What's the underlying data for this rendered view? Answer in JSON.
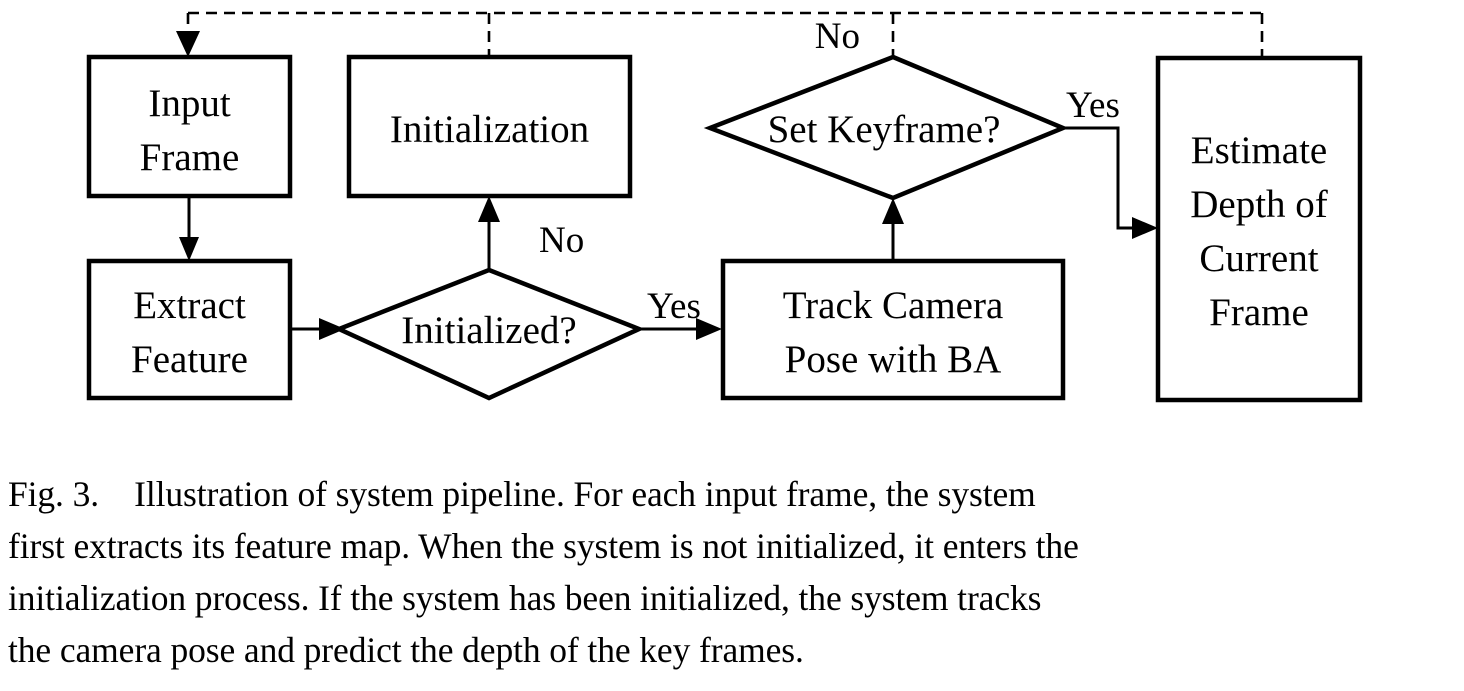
{
  "figure": {
    "id": "Fig. 3.",
    "caption_text": "Fig. 3.    Illustration of system pipeline. For each input frame, the system first extracts its feature map. When the system is not initialized, it enters the initialization process. If the system has been initialized, the system tracks the camera pose and predict the depth of the key frames.",
    "caption_lines": [
      "Fig. 3.    Illustration of system pipeline. For each input frame, the system",
      "first extracts its feature map. When the system is not initialized, it enters the",
      "initialization process. If the system has been initialized, the system tracks",
      "the camera pose and predict the depth of the key frames."
    ]
  },
  "colors": {
    "stroke": "#000000",
    "fill": "#ffffff",
    "background": "#ffffff"
  },
  "chart_data": {
    "type": "diagram",
    "title": "Illustration of system pipeline",
    "nodes": [
      {
        "id": "input_frame",
        "shape": "rectangle",
        "label": "Input Frame",
        "lines": [
          "Input",
          "Frame"
        ]
      },
      {
        "id": "extract_feature",
        "shape": "rectangle",
        "label": "Extract Feature",
        "lines": [
          "Extract",
          "Feature"
        ]
      },
      {
        "id": "initialization",
        "shape": "rectangle",
        "label": "Initialization",
        "lines": [
          "Initialization"
        ]
      },
      {
        "id": "initialized_q",
        "shape": "diamond",
        "label": "Initialized?",
        "lines": [
          "Initialized?"
        ]
      },
      {
        "id": "track_camera",
        "shape": "rectangle",
        "label": "Track Camera Pose with BA",
        "lines": [
          "Track Camera",
          "Pose with BA"
        ]
      },
      {
        "id": "set_keyframe_q",
        "shape": "diamond",
        "label": "Set Keyframe?",
        "lines": [
          "Set Keyframe?"
        ]
      },
      {
        "id": "estimate_depth",
        "shape": "rectangle",
        "label": "Estimate Depth of Current Frame",
        "lines": [
          "Estimate",
          "Depth of",
          "Current",
          "Frame"
        ]
      }
    ],
    "edges": [
      {
        "from": "feedback_bus",
        "to": "input_frame",
        "label": "",
        "style": "dashed"
      },
      {
        "from": "input_frame",
        "to": "extract_feature",
        "label": "",
        "style": "solid"
      },
      {
        "from": "extract_feature",
        "to": "initialized_q",
        "label": "",
        "style": "solid"
      },
      {
        "from": "initialized_q",
        "to": "initialization",
        "label": "No",
        "style": "solid"
      },
      {
        "from": "initialized_q",
        "to": "track_camera",
        "label": "Yes",
        "style": "solid"
      },
      {
        "from": "initialization",
        "to": "feedback_bus",
        "label": "",
        "style": "dashed"
      },
      {
        "from": "track_camera",
        "to": "set_keyframe_q",
        "label": "",
        "style": "solid"
      },
      {
        "from": "set_keyframe_q",
        "to": "feedback_bus",
        "label": "No",
        "style": "dashed"
      },
      {
        "from": "set_keyframe_q",
        "to": "estimate_depth",
        "label": "Yes",
        "style": "solid"
      },
      {
        "from": "estimate_depth",
        "to": "feedback_bus",
        "label": "",
        "style": "dashed"
      }
    ],
    "edge_labels": {
      "initialized_no": "No",
      "initialized_yes": "Yes",
      "set_keyframe_no": "No",
      "set_keyframe_yes": "Yes"
    }
  }
}
